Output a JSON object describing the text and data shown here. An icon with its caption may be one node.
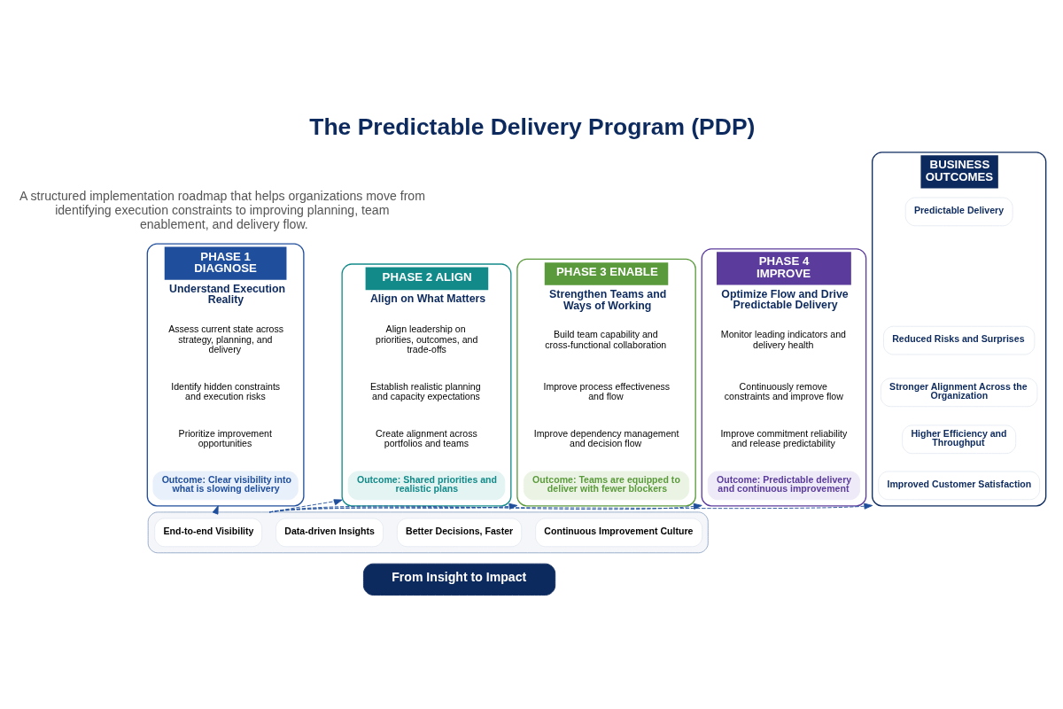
{
  "diagram": {
    "title": "The Predictable Delivery Program (PDP)",
    "nodes": [
      {
        "text": [
          "PHASE 1 DIAGNOSE",
          "Understand Execution Reality"
        ]
      },
      {
        "text": [
          "Assess current state across strategy, planning, and delivery"
        ],
        "in": 0
      },
      {
        "text": [
          "Identify hidden constraints and execution risks"
        ],
        "in": 0
      },
      {
        "text": [
          "Prioritize improvement opportunities"
        ],
        "in": 0
      },
      {
        "text": [
          "Outcome: Clear visibility into what is slowing delivery"
        ],
        "in": 0
      },
      {
        "text": [
          "PHASE 2 ALIGN",
          "Align on What Matters"
        ]
      },
      {
        "text": [
          "Align leadership on priorities, outcomes, and trade-offs"
        ],
        "in": 5
      },
      {
        "text": [
          "Establish realistic planning and capacity expectations"
        ],
        "in": 5
      },
      {
        "text": [
          "Create alignment across portfolios and teams"
        ],
        "in": 5
      },
      {
        "text": [
          "Outcome: Shared priorities and realistic plans"
        ],
        "in": 5
      },
      {
        "text": [
          "PHASE 3 ENABLE",
          "Strengthen Teams and Ways of Working"
        ]
      },
      {
        "text": [
          "Build team capability and cross-functional collaboration"
        ],
        "in": 10
      },
      {
        "text": [
          "Improve process effectiveness and flow"
        ],
        "in": 10
      },
      {
        "text": [
          "Improve dependency management and decision flow"
        ],
        "in": 10
      },
      {
        "text": [
          "Outcome: Teams are equipped to deliver with fewer blockers"
        ],
        "in": 10
      },
      {
        "text": [
          "PHASE 4 IMPROVE",
          "Optimize Flow and Drive Predictable Delivery"
        ]
      },
      {
        "text": [
          "Monitor leading indicators and delivery health"
        ],
        "in": 15
      },
      {
        "text": [
          "Continuously remove constraints and improve flow"
        ],
        "in": 15
      },
      {
        "text": [
          "Improve commitment reliability and release predictability"
        ],
        "in": 15
      },
      {
        "text": [
          "Outcome: Predictable delivery and continuous improvement"
        ],
        "in": 15
      },
      {
        "text": [
          "BUSINESS OUTCOMES"
        ]
      },
      {
        "text": [
          "Predictable Delivery"
        ],
        "in": 20
      },
      {
        "text": [
          "Reduced Risks and Surprises"
        ],
        "in": 20
      },
      {
        "text": [
          "Stronger Alignment Across the Organization"
        ],
        "in": 20
      },
      {
        "text": [
          "Higher Efficiency and Throughput"
        ],
        "in": 20
      },
      {
        "text": [
          "Improved Customer Satisfaction"
        ],
        "in": 20
      },
      {
        "text": [],
        "shape": "box"
      },
      {
        "text": [
          "End-to-end Visibility"
        ],
        "in": 26
      },
      {
        "text": [
          "Data-driven Insights"
        ],
        "in": 26
      },
      {
        "text": [
          "Better Decisions, Faster"
        ],
        "in": 26
      },
      {
        "text": [
          "Continuous Improvement Culture"
        ],
        "in": 26
      },
      {
        "text": [
          "From Insight to Impact"
        ]
      }
    ],
    "edges": [
      {
        "from": 26,
        "to": 0,
        "arrow": "to",
        "style": "dashed"
      },
      {
        "from": 26,
        "to": 5,
        "arrow": "to",
        "style": "dashed"
      },
      {
        "from": 26,
        "to": 10,
        "arrow": "to",
        "style": "dashed"
      },
      {
        "from": 26,
        "to": 15,
        "arrow": "to",
        "style": "dashed"
      },
      {
        "from": 26,
        "to": 20,
        "arrow": "to",
        "style": "dashed"
      }
    ],
    "labels": [
      "A structured implementation roadmap that helps organizations move from identifying execution constraints to improving planning, team enablement, and delivery flow."
    ]
  }
}
